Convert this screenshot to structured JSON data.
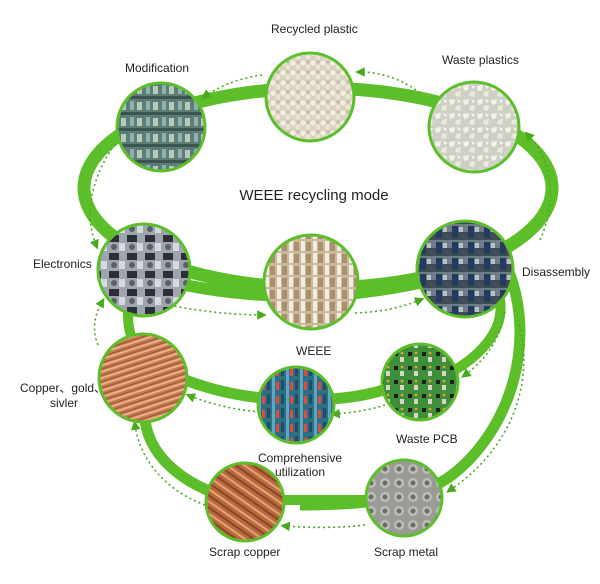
{
  "title": "WEEE recycling mode",
  "colors": {
    "accent": "#5cbf2a",
    "node_border": "#5cbf2a",
    "arrow": "#4aaa1f",
    "text": "#222222"
  },
  "nodes": [
    {
      "id": "recycled-plastic",
      "label": "Recycled plastic"
    },
    {
      "id": "waste-plastics",
      "label": "Waste plastics"
    },
    {
      "id": "modification",
      "label": "Modification"
    },
    {
      "id": "disassembly",
      "label": "Disassembly"
    },
    {
      "id": "electronics",
      "label": "Electronics"
    },
    {
      "id": "weee",
      "label": "WEEE"
    },
    {
      "id": "copper-gold-silver",
      "label_line1": "Copper、gold、",
      "label_line2": "sivler"
    },
    {
      "id": "waste-pcb",
      "label": "Waste PCB"
    },
    {
      "id": "comprehensive-utilization",
      "label_line1": "Comprehensive",
      "label_line2": "utilization"
    },
    {
      "id": "scrap-copper",
      "label": "Scrap copper"
    },
    {
      "id": "scrap-metal",
      "label": "Scrap metal"
    }
  ]
}
